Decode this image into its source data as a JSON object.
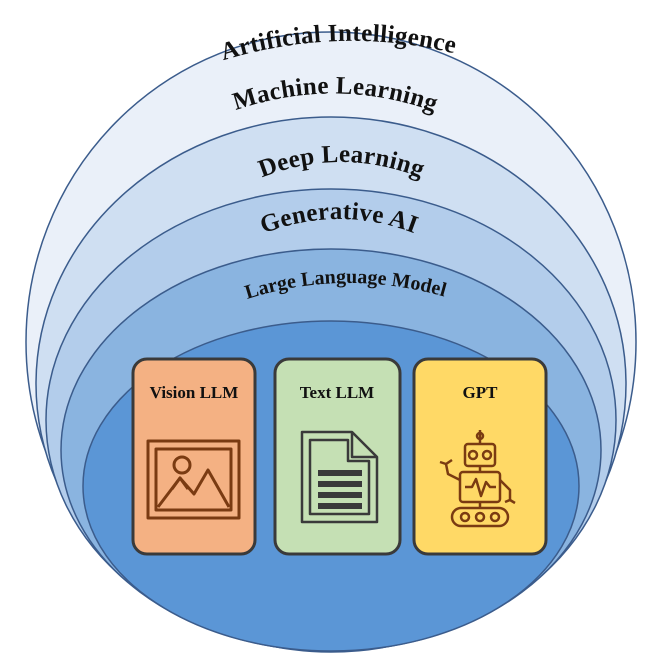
{
  "diagram": {
    "layers": [
      {
        "label": "Artificial Intelligence",
        "color": "#eaf0f9"
      },
      {
        "label": "Machine Learning",
        "color": "#cfdff2"
      },
      {
        "label": "Deep Learning",
        "color": "#b3cdeb"
      },
      {
        "label": "Generative AI",
        "color": "#8ab4e0"
      },
      {
        "label": "Large Language Model",
        "color": "#5b96d6"
      }
    ],
    "cards": [
      {
        "title": "Vision LLM",
        "color": "#f4b183",
        "icon": "mountain-image-icon"
      },
      {
        "title": "Text LLM",
        "color": "#c5e0b4",
        "icon": "document-icon"
      },
      {
        "title": "GPT",
        "color": "#ffd966",
        "icon": "robot-icon"
      }
    ],
    "colors": {
      "outline": "#3b5c8c",
      "card_border": "#3a3a3a",
      "icon_stroke": "#7a3b12"
    }
  }
}
